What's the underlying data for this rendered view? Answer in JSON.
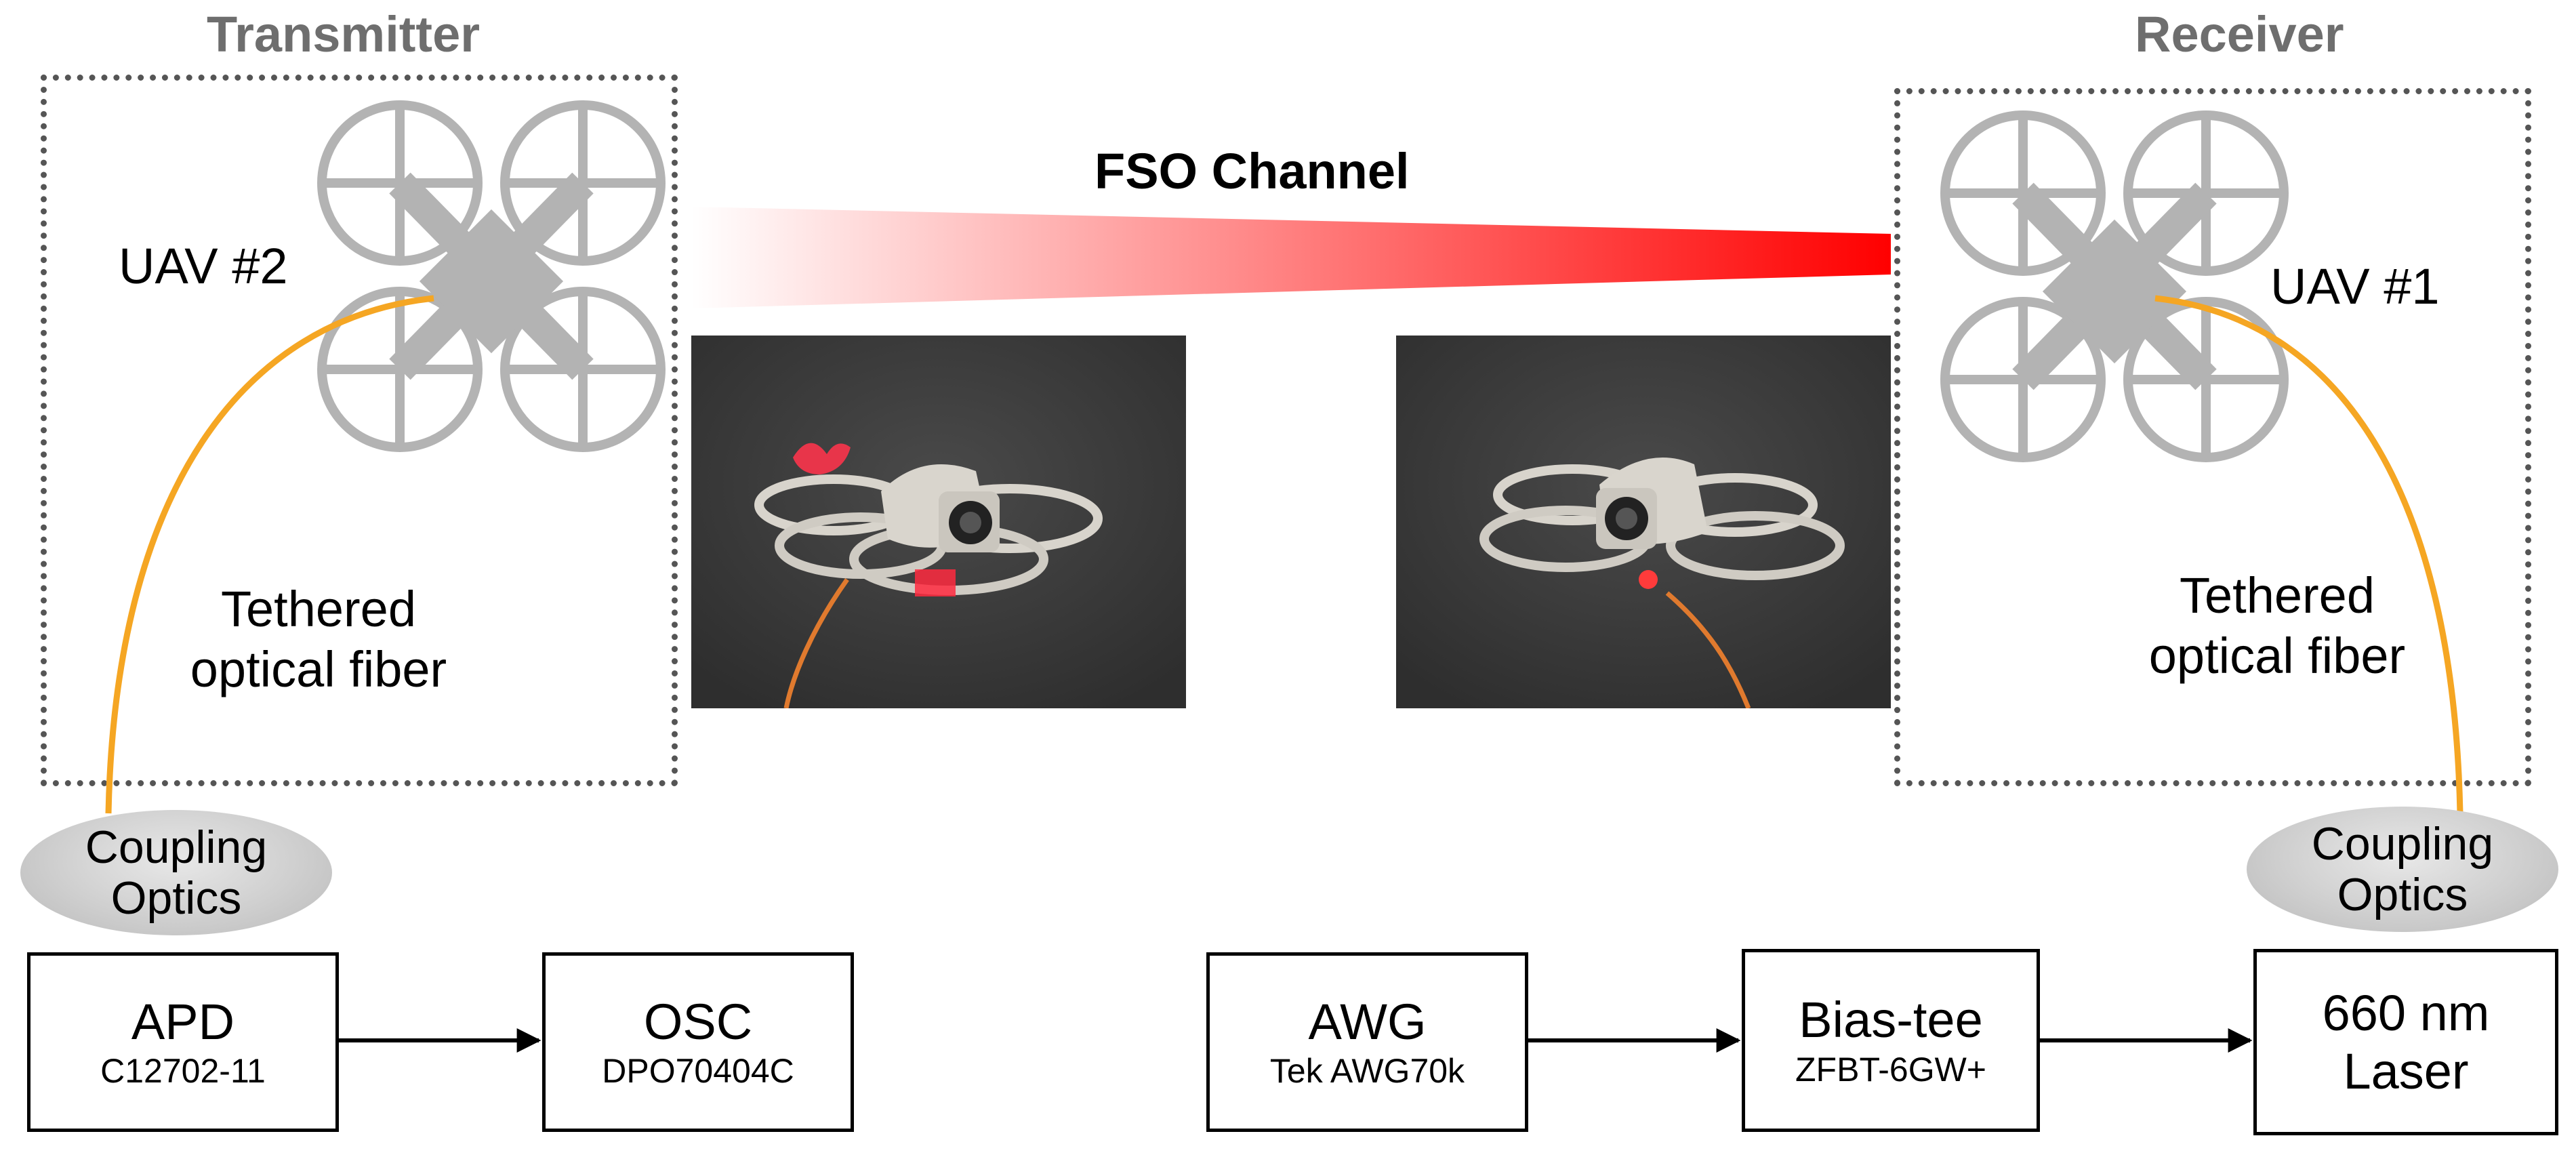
{
  "transmitter": {
    "title": "Transmitter",
    "uav_label": "UAV #2",
    "fiber_label_line1": "Tethered",
    "fiber_label_line2": "optical fiber",
    "coupling_line1": "Coupling",
    "coupling_line2": "Optics"
  },
  "receiver": {
    "title": "Receiver",
    "uav_label": "UAV #1",
    "fiber_label_line1": "Tethered",
    "fiber_label_line2": "optical fiber",
    "coupling_line1": "Coupling",
    "coupling_line2": "Optics"
  },
  "channel": {
    "label": "FSO Channel"
  },
  "blocks": {
    "apd": {
      "name": "APD",
      "model": "C12702-11"
    },
    "osc": {
      "name": "OSC",
      "model": "DPO70404C"
    },
    "awg": {
      "name": "AWG",
      "model": "Tek AWG70k"
    },
    "biastee": {
      "name": "Bias-tee",
      "model": "ZFBT-6GW+"
    },
    "laser": {
      "name_line1": "660 nm",
      "name_line2": "Laser"
    }
  },
  "colors": {
    "beam": "#ff0000",
    "fiber": "#f5a623",
    "drone": "#b3b3b3",
    "dashed": "#555555",
    "title": "#6e6e6e",
    "photo_bg": "#3a3a3a"
  }
}
